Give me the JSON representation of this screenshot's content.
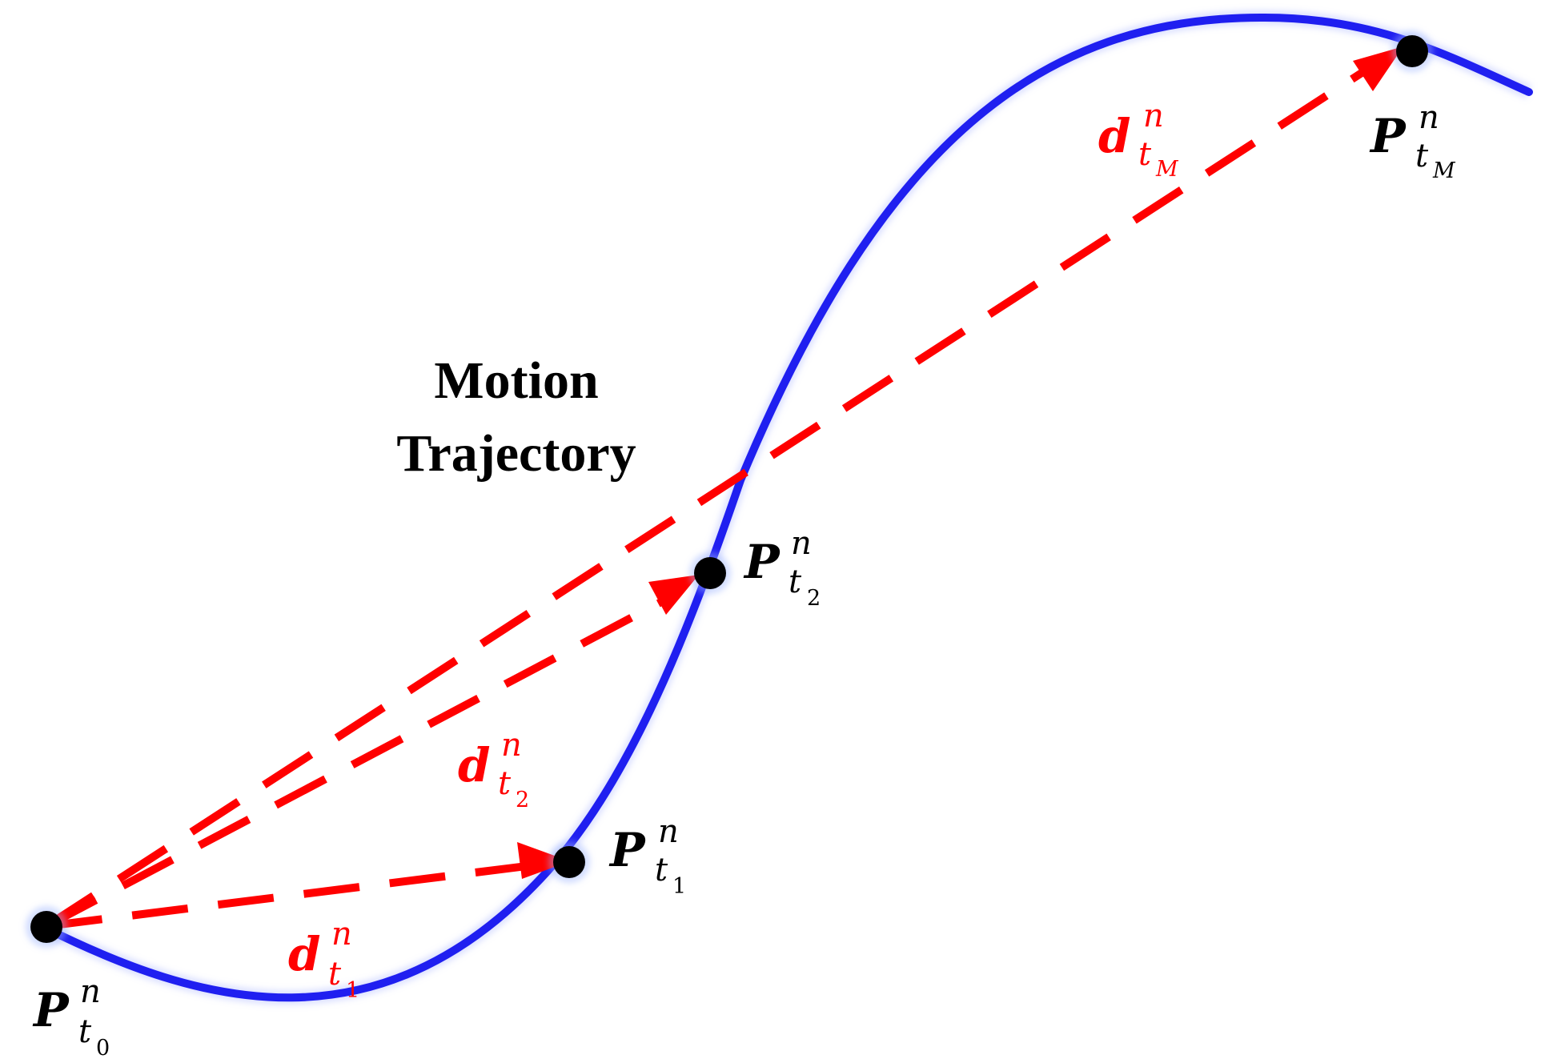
{
  "caption": {
    "line1": "Motion",
    "line2": "Trajectory"
  },
  "colors": {
    "trajectory": "#1f1ff0",
    "vector": "#ff0000",
    "point": "#000000",
    "label": "#000000"
  },
  "points": [
    {
      "id": "p0",
      "base": "P",
      "sup": "n",
      "sub": "t",
      "subsub": "0"
    },
    {
      "id": "p1",
      "base": "P",
      "sup": "n",
      "sub": "t",
      "subsub": "1"
    },
    {
      "id": "p2",
      "base": "P",
      "sup": "n",
      "sub": "t",
      "subsub": "2"
    },
    {
      "id": "pM",
      "base": "P",
      "sup": "n",
      "sub": "t",
      "subsub": "M"
    }
  ],
  "vectors": [
    {
      "id": "d1",
      "base": "d",
      "sup": "n",
      "sub": "t",
      "subsub": "1",
      "from": "p0",
      "to": "p1"
    },
    {
      "id": "d2",
      "base": "d",
      "sup": "n",
      "sub": "t",
      "subsub": "2",
      "from": "p0",
      "to": "p2"
    },
    {
      "id": "dM",
      "base": "d",
      "sup": "n",
      "sub": "t",
      "subsub": "M",
      "from": "p0",
      "to": "pM"
    }
  ]
}
